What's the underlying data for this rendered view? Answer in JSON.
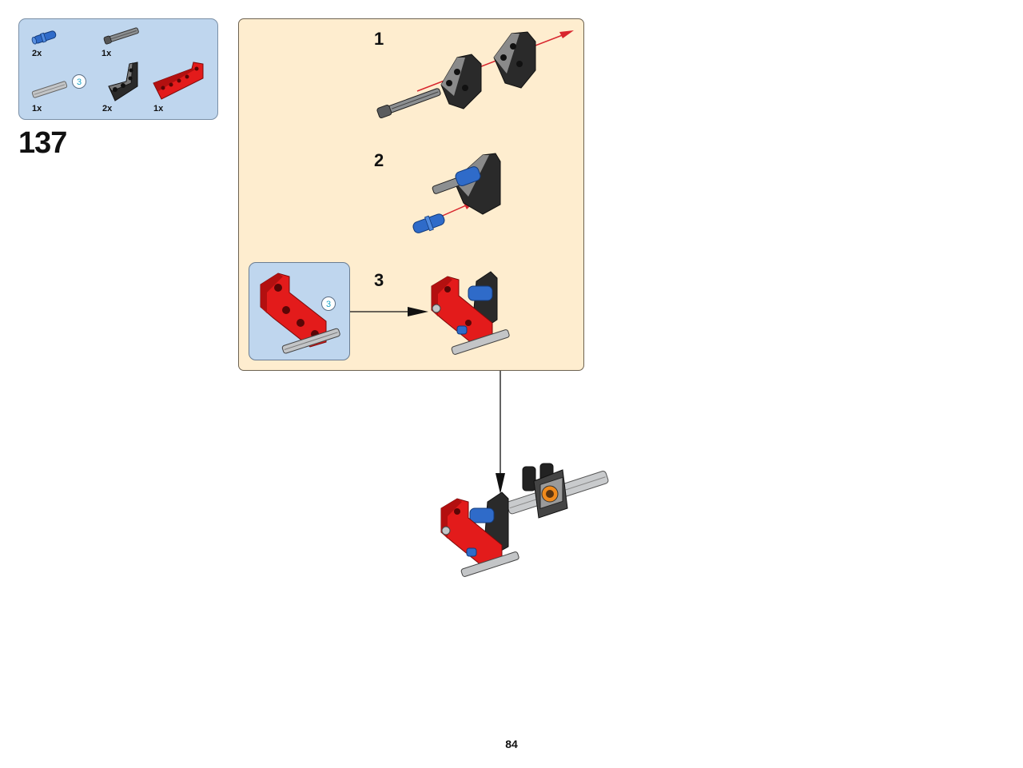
{
  "step": {
    "number": "137"
  },
  "parts_list": [
    {
      "name": "blue-pin",
      "qty": "2x"
    },
    {
      "name": "grey-axle-long",
      "qty": "1x"
    },
    {
      "name": "grey-axle",
      "qty": "1x",
      "badge": "3"
    },
    {
      "name": "black-angle-beam",
      "qty": "2x"
    },
    {
      "name": "red-angle-beam",
      "qty": "1x"
    }
  ],
  "sub_assembly": {
    "steps": [
      {
        "label": "1"
      },
      {
        "label": "2"
      },
      {
        "label": "3",
        "callout_badge": "3"
      }
    ]
  },
  "colors": {
    "parts_panel_bg": "#bfd6ee",
    "sub_panel_bg": "#feedcf",
    "red_part": "#e31b1b",
    "blue_part": "#2f6bc9",
    "black_part": "#2a2a2a",
    "grey_part": "#a7a9ab",
    "arrow_red": "#d8262e"
  },
  "footer": {
    "page_number": "84"
  }
}
